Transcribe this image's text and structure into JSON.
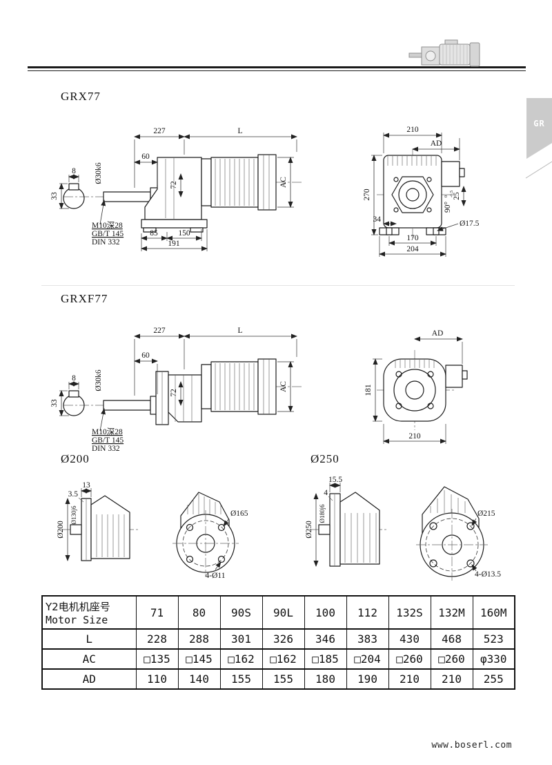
{
  "page": {
    "side_tab": "GR",
    "website": "www.boserl.com"
  },
  "sections": {
    "grx77": {
      "title": "GRX77",
      "side": {
        "top_width": "227",
        "motor_len": "L",
        "shaft_len": "60",
        "key_width": "8",
        "key_height": "33",
        "shaft_dia": "Ø30k6",
        "gear_dim": "72",
        "motor_dia": "AC",
        "tap_hole": "M10深28",
        "std1": "GB/T 145",
        "std2": "DIN 332",
        "foot_a": "85",
        "foot_b": "150",
        "foot_total": "191"
      },
      "front": {
        "width": "210",
        "ad": "AD",
        "height": "270",
        "angle": "90°",
        "angle_tol_top": "0",
        "angle_tol_bot": "-0.5",
        "box_dim": "25",
        "foot_dim": "34",
        "hole": "Ø17.5",
        "foot_span": "170",
        "total_width": "204"
      }
    },
    "grxf77": {
      "title": "GRXF77",
      "side": {
        "top_width": "227",
        "motor_len": "L",
        "shaft_len": "60",
        "key_width": "8",
        "key_height": "33",
        "shaft_dia": "Ø30k6",
        "gear_dim": "72",
        "motor_dia": "AC",
        "tap_hole": "M10深28",
        "std1": "GB/T 145",
        "std2": "DIN 332"
      },
      "front": {
        "ad": "AD",
        "height": "181",
        "width": "210"
      }
    },
    "flange200": {
      "title": "Ø200",
      "side": {
        "thickness": "13",
        "recess": "3.5",
        "outer_dia": "Ø200",
        "spigot_dia": "Ø130j6"
      },
      "front": {
        "bolt_circle": "Ø165",
        "holes": "4-Ø11"
      }
    },
    "flange250": {
      "title": "Ø250",
      "side": {
        "thickness": "15.5",
        "recess": "4",
        "outer_dia": "Ø250",
        "spigot_dia": "Ø180j6"
      },
      "front": {
        "bolt_circle": "Ø215",
        "holes": "4-Ø13.5"
      }
    }
  },
  "table": {
    "header_cn": "Y2电机机座号",
    "header_en": "Motor Size",
    "columns": [
      "71",
      "80",
      "90S",
      "90L",
      "100",
      "112",
      "132S",
      "132M",
      "160M"
    ],
    "rows": [
      {
        "label": "L",
        "values": [
          "228",
          "288",
          "301",
          "326",
          "346",
          "383",
          "430",
          "468",
          "523"
        ]
      },
      {
        "label": "AC",
        "values": [
          "□135",
          "□145",
          "□162",
          "□162",
          "□185",
          "□204",
          "□260",
          "□260",
          "φ330"
        ]
      },
      {
        "label": "AD",
        "values": [
          "110",
          "140",
          "155",
          "155",
          "180",
          "190",
          "210",
          "210",
          "255"
        ]
      }
    ]
  }
}
